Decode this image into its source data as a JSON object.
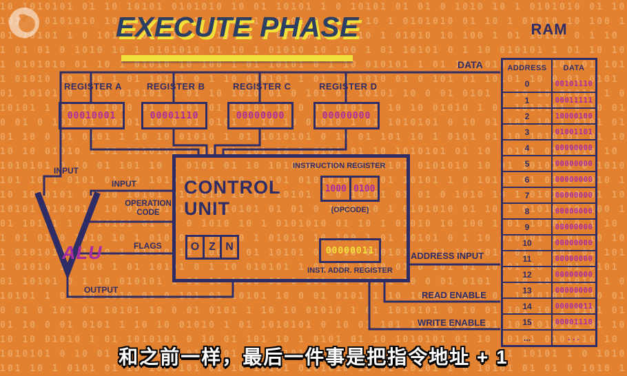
{
  "title": "EXECUTE PHASE",
  "subtitle": "和之前一样，最后一件事是把指令地址 + 1",
  "colors": {
    "background": "#E28230",
    "navy": "#2E2C66",
    "magenta": "#A82CA4",
    "yellow": "#F3E13B",
    "title": "#2B3E63",
    "texture": "rgba(255,228,190,0.35)"
  },
  "logo": {
    "name": "PBS"
  },
  "registers": [
    {
      "label": "REGISTER A",
      "value": "00010001"
    },
    {
      "label": "REGISTER B",
      "value": "00001110"
    },
    {
      "label": "REGISTER C",
      "value": "00000000"
    },
    {
      "label": "REGISTER D",
      "value": "00000000"
    }
  ],
  "control_unit": {
    "title_line1": "CONTROL",
    "title_line2": "UNIT",
    "instruction_register_label": "INSTRUCTION REGISTER",
    "instruction_register": [
      "1000",
      "0100"
    ],
    "opcode_label": "(OPCODE)",
    "flags": [
      "O",
      "Z",
      "N"
    ],
    "inst_addr_value": "00000011",
    "inst_addr_label": "INST. ADDR. REGISTER"
  },
  "alu": {
    "label": "ALU"
  },
  "wire_labels": {
    "data": "DATA",
    "input_top": "INPUT",
    "input_bottom": "INPUT",
    "operation_code": "OPERATION CODE",
    "flags": "FLAGS",
    "output": "OUTPUT",
    "address_input": "ADDRESS INPUT",
    "read_enable": "READ ENABLE",
    "write_enable": "WRITE ENABLE"
  },
  "ram": {
    "title": "RAM",
    "headers": [
      "ADDRESS",
      "DATA"
    ],
    "rows": [
      [
        "0",
        "00101110"
      ],
      [
        "1",
        "00011111"
      ],
      [
        "2",
        "10000100"
      ],
      [
        "3",
        "01001101"
      ],
      [
        "4",
        "00000000"
      ],
      [
        "5",
        "00000000"
      ],
      [
        "6",
        "00000000"
      ],
      [
        "7",
        "00000000"
      ],
      [
        "8",
        "00000000"
      ],
      [
        "9",
        "00000000"
      ],
      [
        "10",
        "00000000"
      ],
      [
        "11",
        "00000000"
      ],
      [
        "12",
        "00000000"
      ],
      [
        "13",
        "00000000"
      ],
      [
        "14",
        "00000011"
      ],
      [
        "15",
        "00001110"
      ],
      [
        "...",
        "..."
      ]
    ]
  },
  "background_pattern": "10 1010101 01 10 10101 0101010 10 01 10101 1 0 10101 01 01 0 1010 10 1 0101010 01 10 1 01010 10 100 1 01 10101 0 1 10 010101 1 01 10 1010 01 0 101 01 10101 10 0 01 0101 1 10 10 01010 1 01 1010101 0 10 01 101 10 1 0101 01 "
}
